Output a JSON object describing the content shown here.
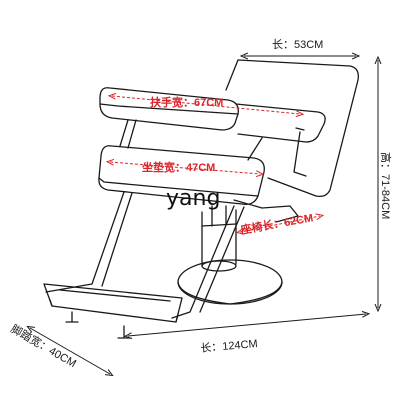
{
  "labels": {
    "top_length": "长：53CM",
    "armrest_width": "扶手宽：67CM",
    "seat_cushion_width": "坐垫宽：47CM",
    "seat_length": "座椅长：62CM",
    "height": "高：71-84CM",
    "footrest_width": "脚踏宽：40CM",
    "total_length": "长：124CM"
  },
  "watermark": "yang",
  "colors": {
    "line": "#1a1a1a",
    "accent": "#d8262b",
    "background": "#ffffff"
  }
}
